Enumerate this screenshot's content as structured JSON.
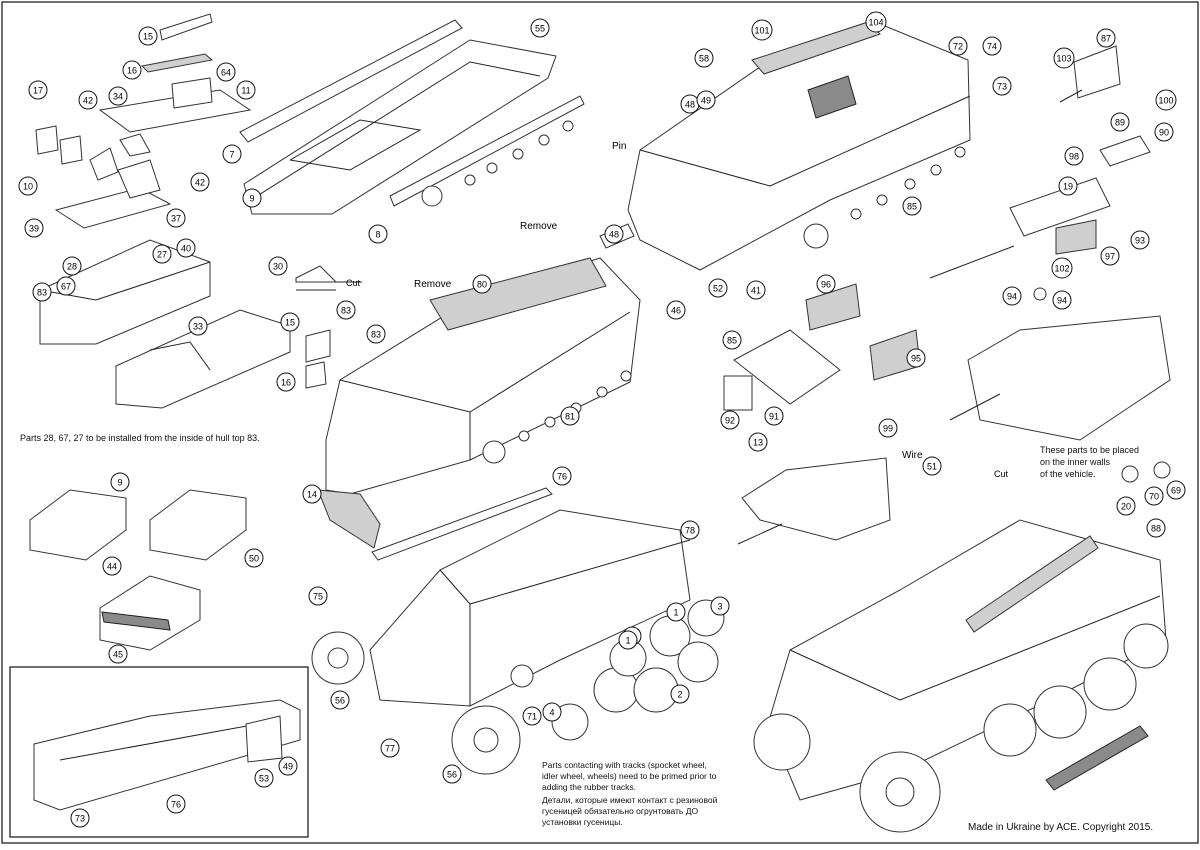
{
  "notes": {
    "inside_hull": "Parts 28, 67, 27 to be installed from the inside of hull top 83.",
    "inner_walls": "These parts to be placed\non the inner walls\nof the vehicle.",
    "primer_en": "Parts contacting with tracks (spocket wheel,\nidler wheel, wheels) need to be primed prior to\nadding the rubber tracks.",
    "primer_ru": "Детали, которые имеют контакт с резиновой\nгусеницей обязательно огрунтовать ДО\nустановки гусеницы.",
    "copyright": "Made in Ukraine by ACE. Copyright 2015."
  },
  "labels": {
    "remove_top": "Remove",
    "remove_left": "Remove",
    "pin": "Pin",
    "wire": "Wire",
    "cut_a": "Cut",
    "cut_b": "Cut"
  },
  "callouts": [
    "15",
    "16",
    "64",
    "11",
    "17",
    "42",
    "34",
    "10",
    "39",
    "42",
    "37",
    "7",
    "9",
    "55",
    "8",
    "28",
    "27",
    "40",
    "83",
    "67",
    "33",
    "30",
    "15",
    "16",
    "83",
    "83",
    "80",
    "81",
    "14",
    "9",
    "44",
    "50",
    "45",
    "76",
    "78",
    "75",
    "56",
    "77",
    "71",
    "56",
    "4",
    "1",
    "1",
    "2",
    "3",
    "1",
    "53",
    "49",
    "76",
    "73",
    "101",
    "104",
    "72",
    "74",
    "58",
    "48",
    "49",
    "73",
    "48",
    "52",
    "41",
    "46",
    "85",
    "103",
    "87",
    "100",
    "89",
    "90",
    "98",
    "19",
    "93",
    "102",
    "97",
    "94",
    "94",
    "96",
    "85",
    "95",
    "92",
    "91",
    "13",
    "99",
    "51",
    "88",
    "20",
    "70",
    "69"
  ]
}
